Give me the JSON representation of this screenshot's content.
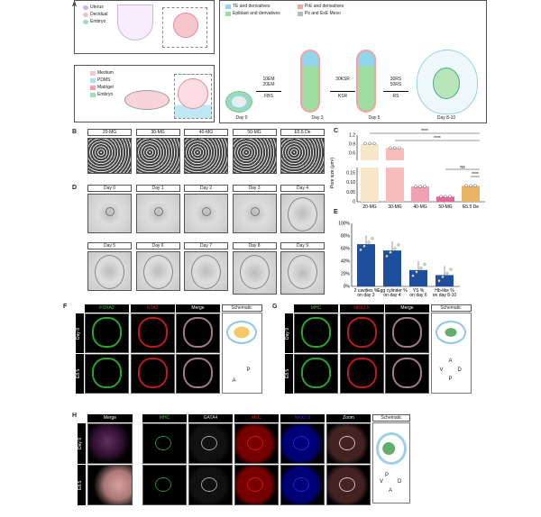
{
  "panels": {
    "A": "A",
    "B": "B",
    "C": "C",
    "D": "D",
    "E": "E",
    "F": "F",
    "G": "G",
    "H": "H"
  },
  "a": {
    "uterus_legend": [
      "Uterus",
      "Decidual",
      "Embryo"
    ],
    "culture_legend": [
      "Medium",
      "PDMS",
      "Matrigel",
      "Embryo"
    ],
    "lineage_legend": [
      "TE and derivatives",
      "PrE and derivatives",
      "Epiblast and derivatives",
      "Ps and ExE Meso"
    ],
    "colors": {
      "te": "#8fd6ea",
      "pre": "#f4a3a0",
      "epi": "#9fdc9f",
      "ps": "#b9b9b9"
    },
    "stages": [
      "Day 0",
      "Day 3",
      "Day 5",
      "Day 8-10"
    ],
    "arrows": [
      {
        "top": "10EM\n20EM",
        "bottom": "FBS"
      },
      {
        "top": "30KSR",
        "bottom": "KSR"
      },
      {
        "top": "30RS\n50RS",
        "bottom": "RS"
      }
    ]
  },
  "b": {
    "labels": [
      "20-MG",
      "30-MG",
      "40-MG",
      "50-MG",
      "E5.5 De"
    ]
  },
  "d": {
    "labels": [
      "Day 0",
      "Day 1",
      "Day 2",
      "Day 3",
      "Day 4",
      "Day 5",
      "Day 6",
      "Day 7",
      "Day 8",
      "Day 9"
    ]
  },
  "f": {
    "headers": [
      "FOXA2",
      "GTA2",
      "Merge",
      "Schematic"
    ],
    "rows": [
      "Day 8",
      "E8.5"
    ],
    "axis": [
      "A",
      "P"
    ]
  },
  "g": {
    "headers": [
      "MHC",
      "NKX2.5",
      "Merge",
      "Schematic"
    ],
    "rows": [
      "Day 9",
      "E8.5"
    ],
    "axis": [
      "A",
      "V",
      "D",
      "P"
    ]
  },
  "h": {
    "merge": "Merge",
    "headers": [
      "MHC",
      "GATA4",
      "MLC",
      "NKX2-5",
      "Zoom",
      "Schematic"
    ],
    "rows": [
      "Day 9",
      "E8.5"
    ],
    "axis": [
      "P",
      "V",
      "D",
      "A"
    ]
  },
  "chart_data": [
    {
      "type": "bar",
      "title": "",
      "ylabel": "Pore size (μm²)",
      "categories": [
        "20-MG",
        "30-MG",
        "40-MG",
        "50-MG",
        "E5.5 De"
      ],
      "values": [
        0.92,
        0.77,
        0.08,
        0.027,
        0.083
      ],
      "colors": [
        "#f6e7c9",
        "#f8bcbc",
        "#f2a0b4",
        "#e5679b",
        "#e9b464"
      ],
      "ylim": [
        0,
        1.2
      ],
      "axis_break": [
        0.15,
        0.6
      ],
      "yticks": [
        "0",
        "0.05",
        "0.10",
        "0.15",
        "0.6",
        "0.9",
        "1.2"
      ],
      "significance": [
        "****",
        "****",
        "ns",
        "****"
      ]
    },
    {
      "type": "bar",
      "ylabel": "",
      "categories": [
        "2 cavities % on day 3",
        "Egg cylinder % on day 4",
        "YS % on day 6",
        "Hb-like % on day 8-10"
      ],
      "values": [
        67,
        57,
        26,
        18
      ],
      "ylim": [
        0,
        100
      ],
      "yticks": [
        "0%",
        "20%",
        "40%",
        "60%",
        "80%",
        "100%"
      ],
      "color": "#1d4f9e"
    }
  ]
}
